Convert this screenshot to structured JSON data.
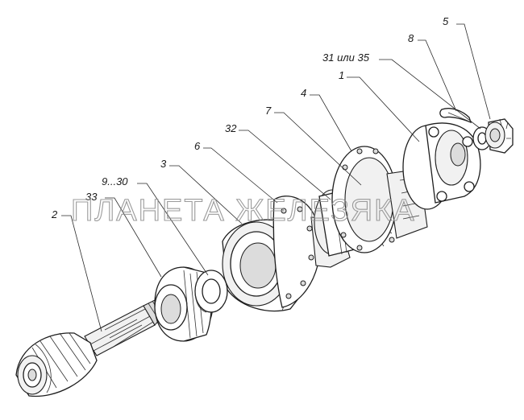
{
  "watermark": "ПЛАНЕТА ЖЕЛЕЗЯКА",
  "callouts": {
    "c5": "5",
    "c8": "8",
    "c31": "31 или 35",
    "c1": "1",
    "c4": "4",
    "c7": "7",
    "c32": "32",
    "c6": "6",
    "c3": "3",
    "c9": "9...30",
    "c33": "33",
    "c2": "2"
  }
}
